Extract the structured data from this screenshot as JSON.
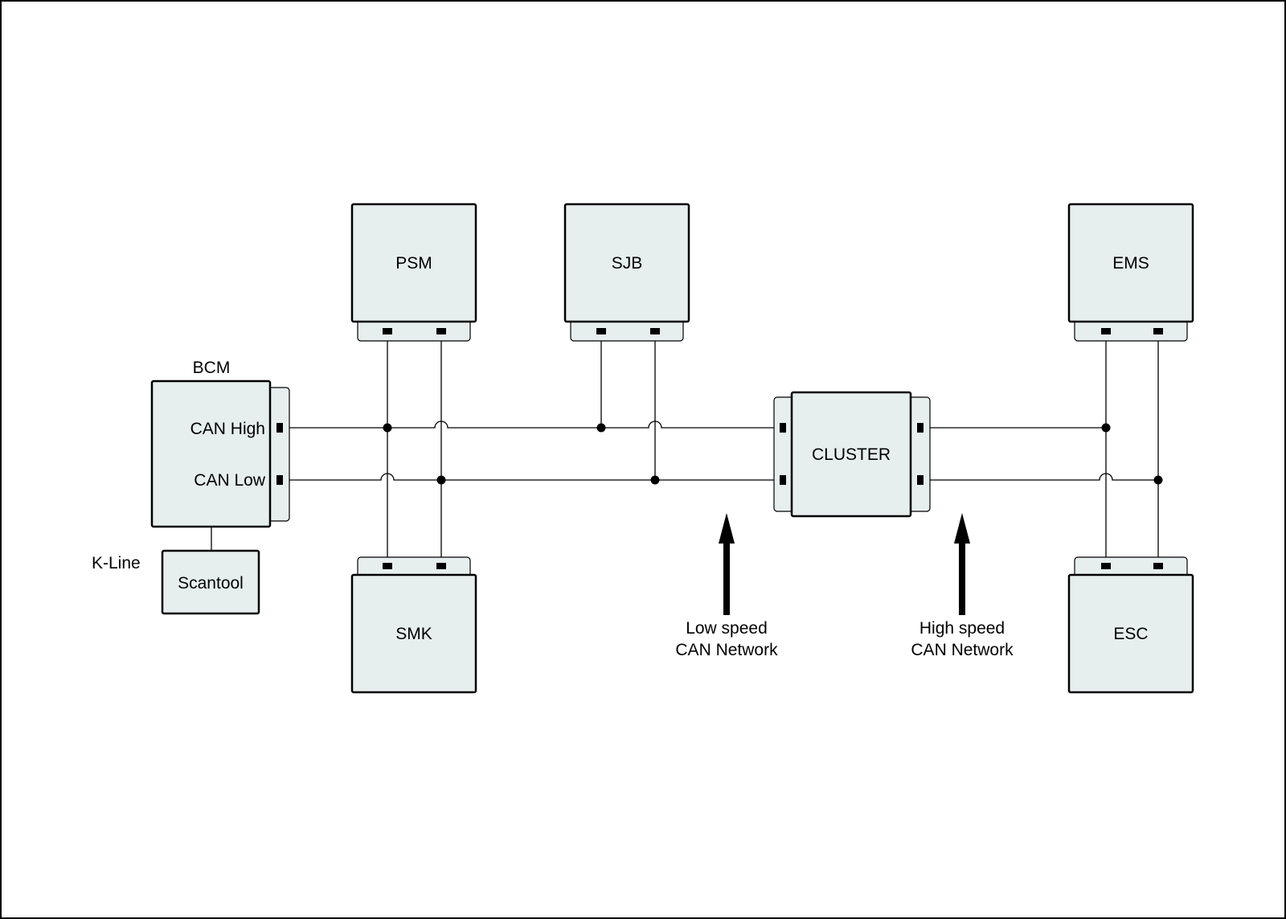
{
  "modules": {
    "bcm": {
      "title": "BCM",
      "can_high": "CAN High",
      "can_low": "CAN Low"
    },
    "psm": {
      "label": "PSM"
    },
    "sjb": {
      "label": "SJB"
    },
    "ems": {
      "label": "EMS"
    },
    "smk": {
      "label": "SMK"
    },
    "esc": {
      "label": "ESC"
    },
    "cluster": {
      "label": "CLUSTER"
    },
    "scantool": {
      "label": "Scantool"
    }
  },
  "kline": {
    "label": "K-Line"
  },
  "networks": {
    "low_speed": {
      "line1": "Low speed",
      "line2": "CAN Network"
    },
    "high_speed": {
      "line1": "High speed",
      "line2": "CAN Network"
    }
  },
  "colors": {
    "module_fill": "#e7eeee",
    "line": "#000000",
    "background": "#ffffff"
  }
}
